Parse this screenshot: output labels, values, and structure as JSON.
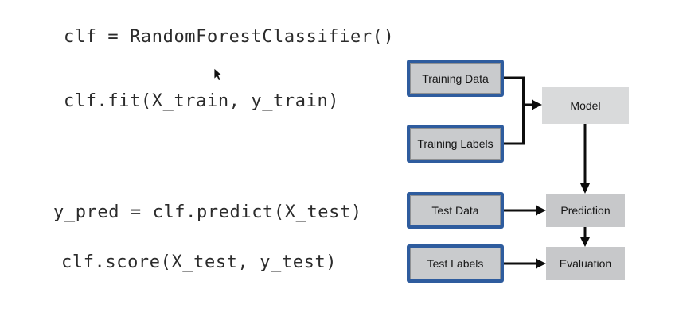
{
  "colors": {
    "background": "#ffffff",
    "code_text": "#2b2b2b",
    "box_blue_border": "#2e5c9e",
    "box_gray_fill": "#c9cbcd",
    "box_inner_outline": "#8f9193",
    "model_fill": "#d9dadb",
    "process_fill": "#c7c8ca",
    "label_text": "#161616",
    "arrow": "#0d0d0d"
  },
  "code": {
    "line1": "clf = RandomForestClassifier()",
    "line2": "clf.fit(X_train, y_train)",
    "line3": "y_pred = clf.predict(X_test)",
    "line4": "clf.score(X_test, y_test)"
  },
  "diagram": {
    "training_data": "Training Data",
    "training_labels": "Training Labels",
    "test_data": "Test Data",
    "test_labels": "Test Labels",
    "model": "Model",
    "prediction": "Prediction",
    "evaluation": "Evaluation"
  },
  "cursor_icon": "mouse-arrow-pointer"
}
